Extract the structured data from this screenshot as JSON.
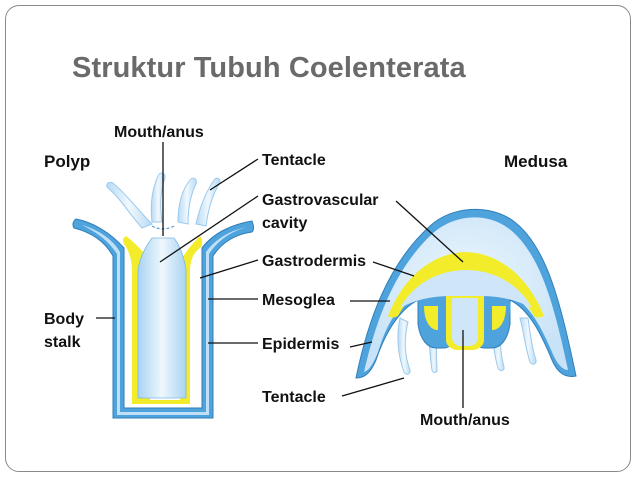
{
  "title": "Struktur Tubuh Coelenterata",
  "diagram": {
    "polyp_heading": "Polyp",
    "medusa_heading": "Medusa",
    "labels": {
      "mouth_anus_top": "Mouth/anus",
      "tentacle_top": "Tentacle",
      "gastrovascular_line1": "Gastrovascular",
      "gastrovascular_line2": "cavity",
      "gastrodermis": "Gastrodermis",
      "mesoglea": "Mesoglea",
      "epidermis": "Epidermis",
      "body_line1": "Body",
      "body_line2": "stalk",
      "tentacle_bottom": "Tentacle",
      "mouth_anus_bottom": "Mouth/anus"
    },
    "colors": {
      "epidermis": "#4fa3dd",
      "gastrodermis": "#f2ec2a",
      "cavity": "#cfe6f8",
      "tentacle": "#d8ecfa"
    }
  }
}
